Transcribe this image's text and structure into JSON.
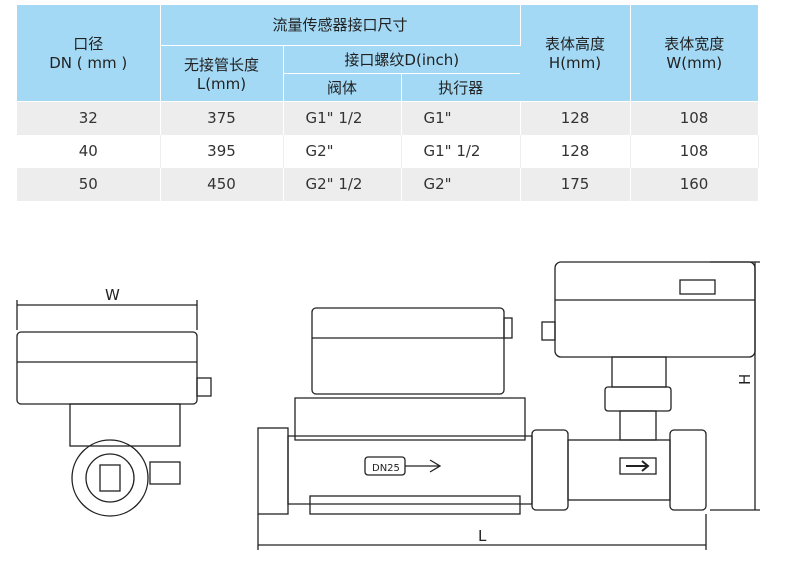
{
  "table": {
    "h_dn": "口径",
    "h_dn_unit": "DN ( mm )",
    "h_sensor": "流量传感器接口尺寸",
    "h_len": "无接管长度",
    "h_len_unit": "L(mm)",
    "h_thread": "接口螺纹D(inch)",
    "h_valve": "阀体",
    "h_actuator": "执行器",
    "h_height": "表体高度",
    "h_height_unit": "H(mm)",
    "h_width": "表体宽度",
    "h_width_unit": "W(mm)",
    "rows": [
      {
        "dn": "32",
        "l": "375",
        "valve": "G1\" 1/2",
        "act": "G1\"",
        "h": "128",
        "w": "108"
      },
      {
        "dn": "40",
        "l": "395",
        "valve": "G2\"",
        "act": "G1\"  1/2",
        "h": "128",
        "w": "108"
      },
      {
        "dn": "50",
        "l": "450",
        "valve": "G2\" 1/2",
        "act": "G2\"",
        "h": "175",
        "w": "160"
      }
    ]
  },
  "drawing": {
    "w_label": "W",
    "h_label": "H",
    "l_label": "L",
    "dn_label": "DN25"
  }
}
